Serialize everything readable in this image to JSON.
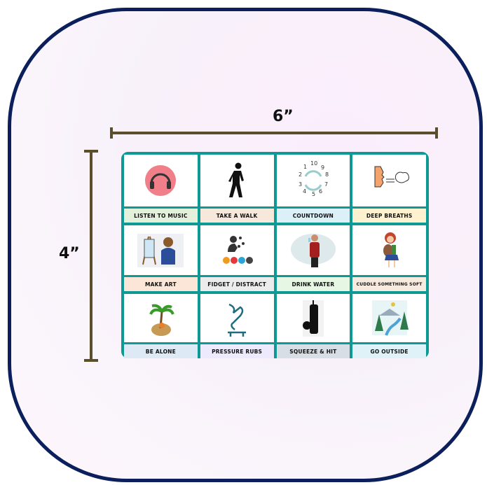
{
  "dimensions": {
    "width_label": "6”",
    "height_label": "4”"
  },
  "cards": [
    {
      "label": "LISTEN TO MUSIC",
      "icon": "headphones-icon",
      "color": "#e3f0dc"
    },
    {
      "label": "TAKE A WALK",
      "icon": "walking-person-icon",
      "color": "#f6e9dc"
    },
    {
      "label": "COUNTDOWN",
      "icon": "countdown-icon",
      "color": "#dcf0f8"
    },
    {
      "label": "DEEP BREATHS",
      "icon": "breath-icon",
      "color": "#fdf1cf"
    },
    {
      "label": "MAKE ART",
      "icon": "painting-icon",
      "color": "#fbe6d8"
    },
    {
      "label": "FIDGET / DISTRACT",
      "icon": "fidget-icon",
      "color": "#ececec"
    },
    {
      "label": "DRINK WATER",
      "icon": "drink-water-icon",
      "color": "#e6f8e4"
    },
    {
      "label": "CUDDLE SOMETHING SOFT",
      "icon": "cuddle-icon",
      "color": "#f6ebde"
    },
    {
      "label": "BE ALONE",
      "icon": "island-icon",
      "color": "#dde9f5"
    },
    {
      "label": "PRESSURE RUBS",
      "icon": "pressure-rubs-icon",
      "color": "#eceafc"
    },
    {
      "label": "SQUEEZE & HIT",
      "icon": "punching-bag-icon",
      "color": "#d8dee6"
    },
    {
      "label": "GO OUTSIDE",
      "icon": "landscape-icon",
      "color": "#def2f8"
    }
  ],
  "countdown_numbers": [
    "10",
    "9",
    "8",
    "7",
    "6",
    "5",
    "4",
    "3",
    "2",
    "1"
  ]
}
